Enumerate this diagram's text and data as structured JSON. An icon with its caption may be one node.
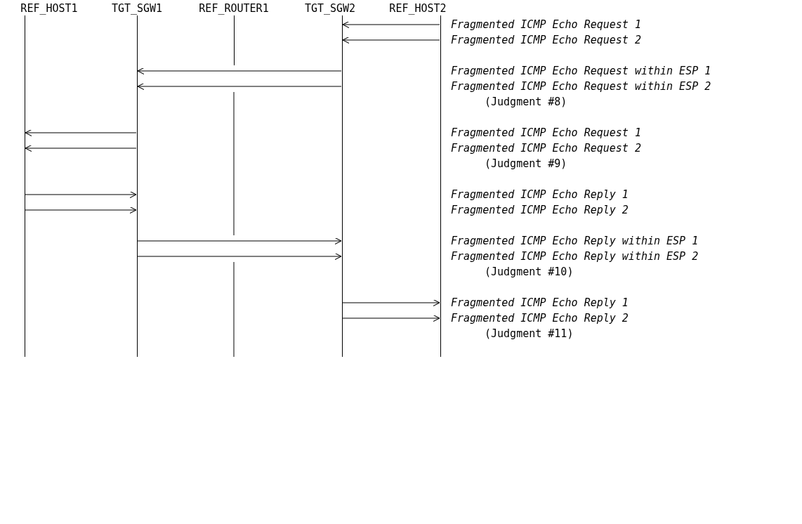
{
  "diagram": {
    "nodes": [
      {
        "text": [
          "REF_HOST1"
        ]
      },
      {
        "text": [
          "TGT_SGW1"
        ]
      },
      {
        "text": [
          "REF_ROUTER1"
        ]
      },
      {
        "text": [
          "TGT_SGW2"
        ]
      },
      {
        "text": [
          "REF_HOST2"
        ]
      }
    ],
    "edges": [
      {
        "from": 4,
        "to": 3,
        "arrow": "to"
      },
      {
        "from": 4,
        "to": 3,
        "arrow": "to"
      },
      {
        "from": 3,
        "to": 1,
        "arrow": "to"
      },
      {
        "from": 3,
        "to": 1,
        "arrow": "to"
      },
      {
        "from": 1,
        "to": 0,
        "arrow": "to"
      },
      {
        "from": 1,
        "to": 0,
        "arrow": "to"
      },
      {
        "from": 0,
        "to": 1,
        "arrow": "to"
      },
      {
        "from": 0,
        "to": 1,
        "arrow": "to"
      },
      {
        "from": 1,
        "to": 3,
        "arrow": "to"
      },
      {
        "from": 1,
        "to": 3,
        "arrow": "to"
      },
      {
        "from": 3,
        "to": 4,
        "arrow": "to"
      },
      {
        "from": 3,
        "to": 4,
        "arrow": "to"
      }
    ],
    "labels": [
      "Fragmented ICMP Echo Request 1",
      "Fragmented ICMP Echo Request 2",
      "Fragmented ICMP Echo Request within ESP 1",
      "Fragmented ICMP Echo Request within ESP 2",
      "(Judgment #8)",
      "Fragmented ICMP Echo Request 1",
      "Fragmented ICMP Echo Request 2",
      "(Judgment #9)",
      "Fragmented ICMP Echo Reply 1",
      "Fragmented ICMP Echo Reply 2",
      "Fragmented ICMP Echo Reply within ESP 1",
      "Fragmented ICMP Echo Reply within ESP 2",
      "(Judgment #10)",
      "Fragmented ICMP Echo Reply 1",
      "Fragmented ICMP Echo Reply 2",
      "(Judgment #11)"
    ]
  }
}
